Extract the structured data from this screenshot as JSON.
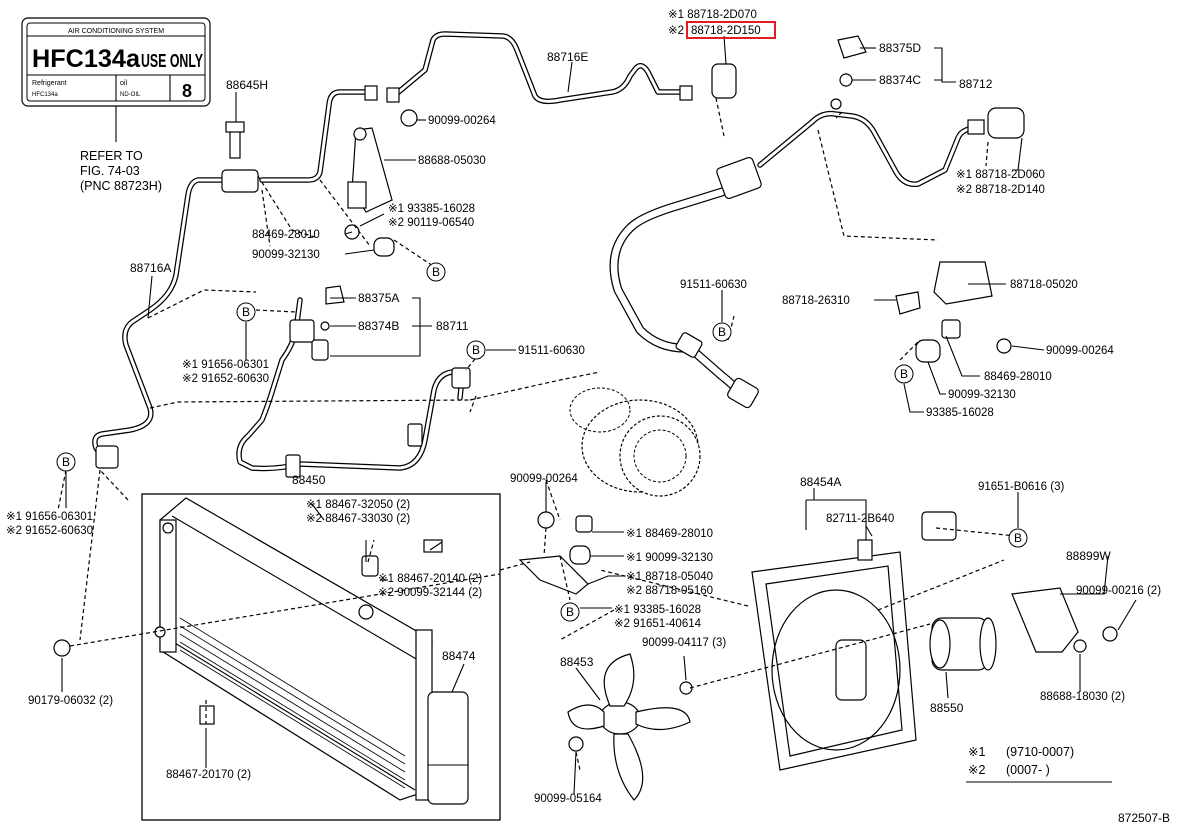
{
  "label_plate": {
    "header": "AIR CONDITIONING SYSTEM",
    "main": "HFC134a",
    "main_suffix": "USE ONLY",
    "refrigerant_label": "Refrigerant",
    "refrigerant_value": "HFC134a",
    "oil_label": "oil",
    "oil_value": "ND-OIL",
    "oil_number": "8"
  },
  "refer_note": [
    "REFER TO",
    "FIG. 74-03",
    "(PNC 88723H)"
  ],
  "highlighted_part": "88718-2D150",
  "part_labels": {
    "p88718_2D070": "※1 88718-2D070",
    "p2_prefix": "※2",
    "p88716E": "88716E",
    "p88375D": "88375D",
    "p88374C": "88374C",
    "p88712": "88712",
    "p88645H": "88645H",
    "p90099_00264_a": "90099-00264",
    "p88688_05030": "88688-05030",
    "p93385_16028_a": "※1 93385-16028",
    "p90119_06540": "※2 90119-06540",
    "p88469_28010_a": "88469-28010",
    "p90099_32130_a": "90099-32130",
    "p88718_2D060": "※1 88718-2D060",
    "p88718_2D140": "※2 88718-2D140",
    "p88716A": "88716A",
    "p91511_60630_a": "91511-60630",
    "p88718_05020": "88718-05020",
    "p88718_26310": "88718-26310",
    "p88375A": "88375A",
    "p88374B": "88374B",
    "p88711": "88711",
    "p91656_06301_a": "※1 91656-06301",
    "p91652_60630_a": "※2 91652-60630",
    "p91511_60630_b": "91511-60630",
    "p90099_00264_b": "90099-00264",
    "p88469_28010_b": "88469-28010",
    "p90099_32130_b": "90099-32130",
    "p93385_16028_b": "93385-16028",
    "p91656_06301_b": "※1 91656-06301",
    "p91652_60630_b": "※2 91652-60630",
    "p88450": "88450",
    "p88467_32050": "※1 88467-32050 (2)",
    "p88467_33030": "※2 88467-33030 (2)",
    "p90099_00264_c": "90099-00264",
    "p88454A": "88454A",
    "p91651_B0616": "91651-B0616 (3)",
    "p82711_2B640": "82711-2B640",
    "p88469_28010_c": "※1 88469-28010",
    "p90099_32130_c": "※1 90099-32130",
    "p88718_05040": "※1 88718-05040",
    "p88718_05160": "※2 88718-05160",
    "p93385_16028_c": "※1 93385-16028",
    "p91651_40614": "※2 91651-40614",
    "p88467_20140": "※1 88467-20140 (2)",
    "p90099_32144": "※2 90099-32144 (2)",
    "p88899W": "88899W",
    "p90099_00216": "90099-00216 (2)",
    "p88474": "88474",
    "p88453": "88453",
    "p90099_04117": "90099-04117 (3)",
    "p88550": "88550",
    "p88688_18030": "88688-18030 (2)",
    "p90179_06032": "90179-06032 (2)",
    "p88467_20170": "88467-20170 (2)",
    "p90099_05164": "90099-05164"
  },
  "b_marker": "B",
  "legend": [
    {
      "mark": "※1",
      "range": "(9710-0007)"
    },
    {
      "mark": "※2",
      "range": "(0007-        )"
    }
  ],
  "figure_code": "872507-B",
  "colors": {
    "highlight": "#e31b23",
    "ink": "#000000",
    "paper": "#ffffff"
  }
}
